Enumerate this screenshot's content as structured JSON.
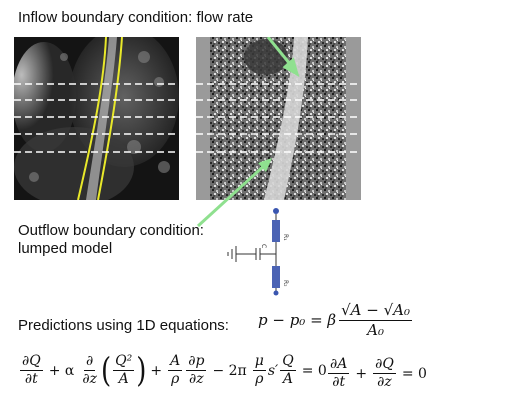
{
  "slide": {
    "inflow_heading": "Inflow boundary condition: flow rate",
    "outflow_heading_line1": "Outflow boundary condition:",
    "outflow_heading_line2": "lumped model",
    "predictions_heading": "Predictions using 1D equations:"
  },
  "images": {
    "left": {
      "name": "mri-magnitude-image",
      "description_icon": "mri-slice-icon"
    },
    "right": {
      "name": "mri-phase-contrast-image",
      "description_icon": "phase-image-icon"
    }
  },
  "circuit": {
    "label_r1": "R₁",
    "label_c": "C",
    "label_r2": "R₂"
  },
  "equations": {
    "pressure": {
      "lhs": "p − p₀ = β",
      "num": "√A − √A₀",
      "den": "A₀"
    },
    "momentum": {
      "t1_num": "∂Q",
      "t1_den": "∂t",
      "plus1": "+ α",
      "t2_num": "∂",
      "t2_den": "∂z",
      "t3_num": "Q²",
      "t3_den": "A",
      "plus2": "+",
      "t4_num": "A",
      "t4_den": "ρ",
      "t5_num": "∂p",
      "t5_den": "∂z",
      "minus": "− 2π",
      "t6_num": "μ",
      "t6_den": "ρ",
      "s_prime": "s′",
      "t7_num": "Q",
      "t7_den": "A",
      "eq": "= 0"
    },
    "mass": {
      "t1_num": "∂A",
      "t1_den": "∂t",
      "plus": "+",
      "t2_num": "∂Q",
      "t2_den": "∂z",
      "eq": "= 0"
    }
  },
  "colors": {
    "vessel_outline": "#e8e82a",
    "arrow": "#8fe08f",
    "resistor": "#4b63b4",
    "node": "#3a56b0"
  }
}
